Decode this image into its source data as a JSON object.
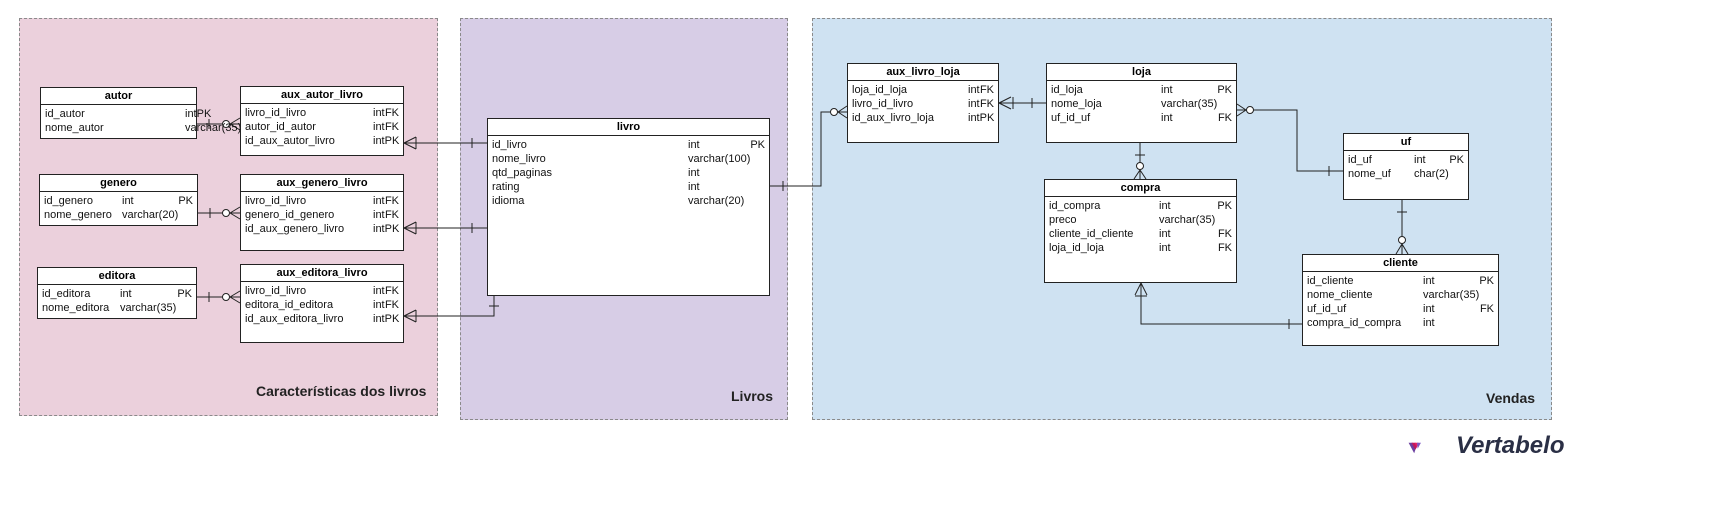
{
  "areas": [
    {
      "id": "area-caracteristicas",
      "label": "Características dos livros",
      "color": "#ebd0dc"
    },
    {
      "id": "area-livros",
      "label": "Livros",
      "color": "#d7cde6"
    },
    {
      "id": "area-vendas",
      "label": "Vendas",
      "color": "#cfe2f2"
    }
  ],
  "tables": {
    "autor": {
      "title": "autor",
      "columns": [
        {
          "name": "id_autor",
          "type": "int",
          "key": "PK"
        },
        {
          "name": "nome_autor",
          "type": "varchar(35)",
          "key": ""
        }
      ]
    },
    "aux_autor_livro": {
      "title": "aux_autor_livro",
      "columns": [
        {
          "name": "livro_id_livro",
          "type": "int",
          "key": "FK"
        },
        {
          "name": "autor_id_autor",
          "type": "int",
          "key": "FK"
        },
        {
          "name": "id_aux_autor_livro",
          "type": "int",
          "key": "PK"
        }
      ]
    },
    "genero": {
      "title": "genero",
      "columns": [
        {
          "name": "id_genero",
          "type": "int",
          "key": "PK"
        },
        {
          "name": "nome_genero",
          "type": "varchar(20)",
          "key": ""
        }
      ]
    },
    "aux_genero_livro": {
      "title": "aux_genero_livro",
      "columns": [
        {
          "name": "livro_id_livro",
          "type": "int",
          "key": "FK"
        },
        {
          "name": "genero_id_genero",
          "type": "int",
          "key": "FK"
        },
        {
          "name": "id_aux_genero_livro",
          "type": "int",
          "key": "PK"
        }
      ]
    },
    "editora": {
      "title": "editora",
      "columns": [
        {
          "name": "id_editora",
          "type": "int",
          "key": "PK"
        },
        {
          "name": "nome_editora",
          "type": "varchar(35)",
          "key": ""
        }
      ]
    },
    "aux_editora_livro": {
      "title": "aux_editora_livro",
      "columns": [
        {
          "name": "livro_id_livro",
          "type": "int",
          "key": "FK"
        },
        {
          "name": "editora_id_editora",
          "type": "int",
          "key": "FK"
        },
        {
          "name": "id_aux_editora_livro",
          "type": "int",
          "key": "PK"
        }
      ]
    },
    "livro": {
      "title": "livro",
      "columns": [
        {
          "name": "id_livro",
          "type": "int",
          "key": "PK"
        },
        {
          "name": "nome_livro",
          "type": "varchar(100)",
          "key": ""
        },
        {
          "name": "qtd_paginas",
          "type": "int",
          "key": ""
        },
        {
          "name": "rating",
          "type": "int",
          "key": ""
        },
        {
          "name": "idioma",
          "type": "varchar(20)",
          "key": ""
        }
      ]
    },
    "aux_livro_loja": {
      "title": "aux_livro_loja",
      "columns": [
        {
          "name": "loja_id_loja",
          "type": "int",
          "key": "FK"
        },
        {
          "name": "livro_id_livro",
          "type": "int",
          "key": "FK"
        },
        {
          "name": "id_aux_livro_loja",
          "type": "int",
          "key": "PK"
        }
      ]
    },
    "loja": {
      "title": "loja",
      "columns": [
        {
          "name": "id_loja",
          "type": "int",
          "key": "PK"
        },
        {
          "name": "nome_loja",
          "type": "varchar(35)",
          "key": ""
        },
        {
          "name": "uf_id_uf",
          "type": "int",
          "key": "FK"
        }
      ]
    },
    "compra": {
      "title": "compra",
      "columns": [
        {
          "name": "id_compra",
          "type": "int",
          "key": "PK"
        },
        {
          "name": "preco",
          "type": "varchar(35)",
          "key": ""
        },
        {
          "name": "cliente_id_cliente",
          "type": "int",
          "key": "FK"
        },
        {
          "name": "loja_id_loja",
          "type": "int",
          "key": "FK"
        }
      ]
    },
    "uf": {
      "title": "uf",
      "columns": [
        {
          "name": "id_uf",
          "type": "int",
          "key": "PK"
        },
        {
          "name": "nome_uf",
          "type": "char(2)",
          "key": ""
        }
      ]
    },
    "cliente": {
      "title": "cliente",
      "columns": [
        {
          "name": "id_cliente",
          "type": "int",
          "key": "PK"
        },
        {
          "name": "nome_cliente",
          "type": "varchar(35)",
          "key": ""
        },
        {
          "name": "uf_id_uf",
          "type": "int",
          "key": "FK"
        },
        {
          "name": "compra_id_compra",
          "type": "int",
          "key": ""
        }
      ]
    }
  },
  "relationships": [
    {
      "from": "autor",
      "to": "aux_autor_livro"
    },
    {
      "from": "genero",
      "to": "aux_genero_livro"
    },
    {
      "from": "editora",
      "to": "aux_editora_livro"
    },
    {
      "from": "livro",
      "to": "aux_autor_livro"
    },
    {
      "from": "livro",
      "to": "aux_genero_livro"
    },
    {
      "from": "livro",
      "to": "aux_editora_livro"
    },
    {
      "from": "livro",
      "to": "aux_livro_loja"
    },
    {
      "from": "loja",
      "to": "aux_livro_loja"
    },
    {
      "from": "loja",
      "to": "compra"
    },
    {
      "from": "uf",
      "to": "loja"
    },
    {
      "from": "uf",
      "to": "cliente"
    },
    {
      "from": "cliente",
      "to": "compra"
    }
  ],
  "logo": {
    "text": "Vertabelo",
    "icon": "vertabelo-logo-icon"
  }
}
